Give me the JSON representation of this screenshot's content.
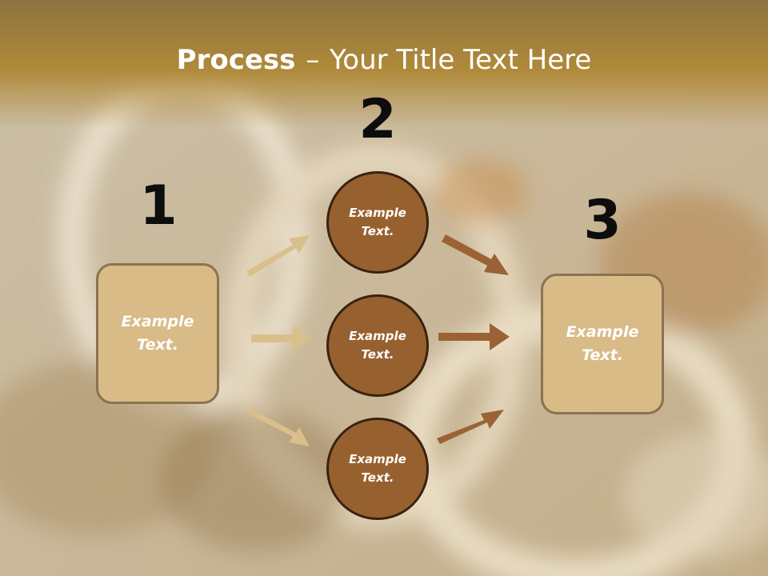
{
  "title": {
    "bold": "Process",
    "separator": "–",
    "rest": "Your Title Text Here"
  },
  "steps": [
    {
      "number": "1"
    },
    {
      "number": "2"
    },
    {
      "number": "3"
    }
  ],
  "boxes": {
    "left": "Example Text.",
    "right": "Example Text."
  },
  "circles": [
    {
      "text": "Example Text."
    },
    {
      "text": "Example Text."
    },
    {
      "text": "Example Text."
    }
  ],
  "colors": {
    "header_band": "#b08a3a",
    "box_fill": "#d8bb87",
    "circle_fill": "#97612f",
    "left_arrows": "#d9bf8a",
    "right_arrows": "#9a6235"
  }
}
